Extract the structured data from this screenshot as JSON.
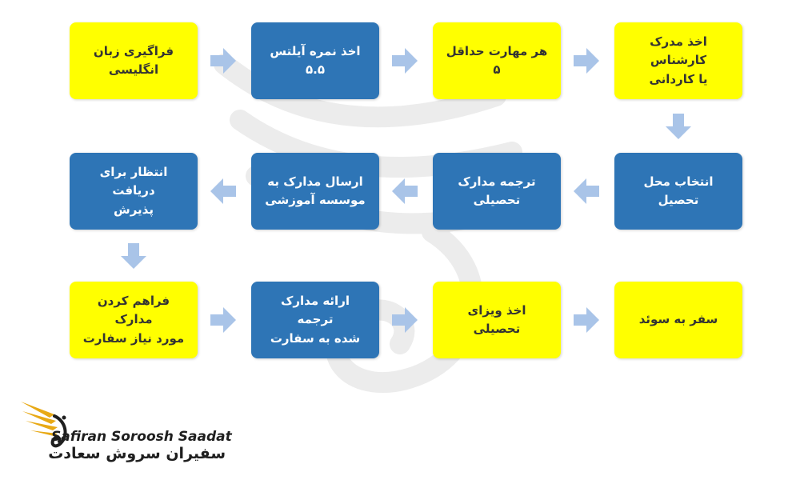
{
  "diagram": {
    "steps": [
      {
        "id": "r1c1",
        "text": "فراگیری زبان\nانگلیسی"
      },
      {
        "id": "r1c2",
        "text": "اخذ نمره آیلتس ۵.۵"
      },
      {
        "id": "r1c3",
        "text": "هر مهارت حداقل ۵"
      },
      {
        "id": "r1c4",
        "text": "اخذ مدرک کارشناس\nیا کاردانی"
      },
      {
        "id": "r2c4",
        "text": "انتخاب محل تحصیل"
      },
      {
        "id": "r2c3",
        "text": "ترجمه مدارک\nتحصیلی"
      },
      {
        "id": "r2c2",
        "text": "ارسال مدارک به\nموسسه آموزشی"
      },
      {
        "id": "r2c1",
        "text": "انتظار برای دریافت\nپذیرش"
      },
      {
        "id": "r3c1",
        "text": "فراهم کردن مدارک\nمورد نیاز سفارت"
      },
      {
        "id": "r3c2",
        "text": "ارائه مدارک ترجمه\nشده به سفارت"
      },
      {
        "id": "r3c3",
        "text": "اخذ ویزای تحصیلی"
      },
      {
        "id": "r3c4",
        "text": "سفر به سوئد"
      }
    ],
    "colors": {
      "yellow": "#ffff00",
      "blue": "#2e75b6",
      "arrow": "#a9c4e8"
    }
  },
  "logo": {
    "english": "Safiran Soroosh Saadat",
    "persian": "سفیران سروش سعادت"
  }
}
